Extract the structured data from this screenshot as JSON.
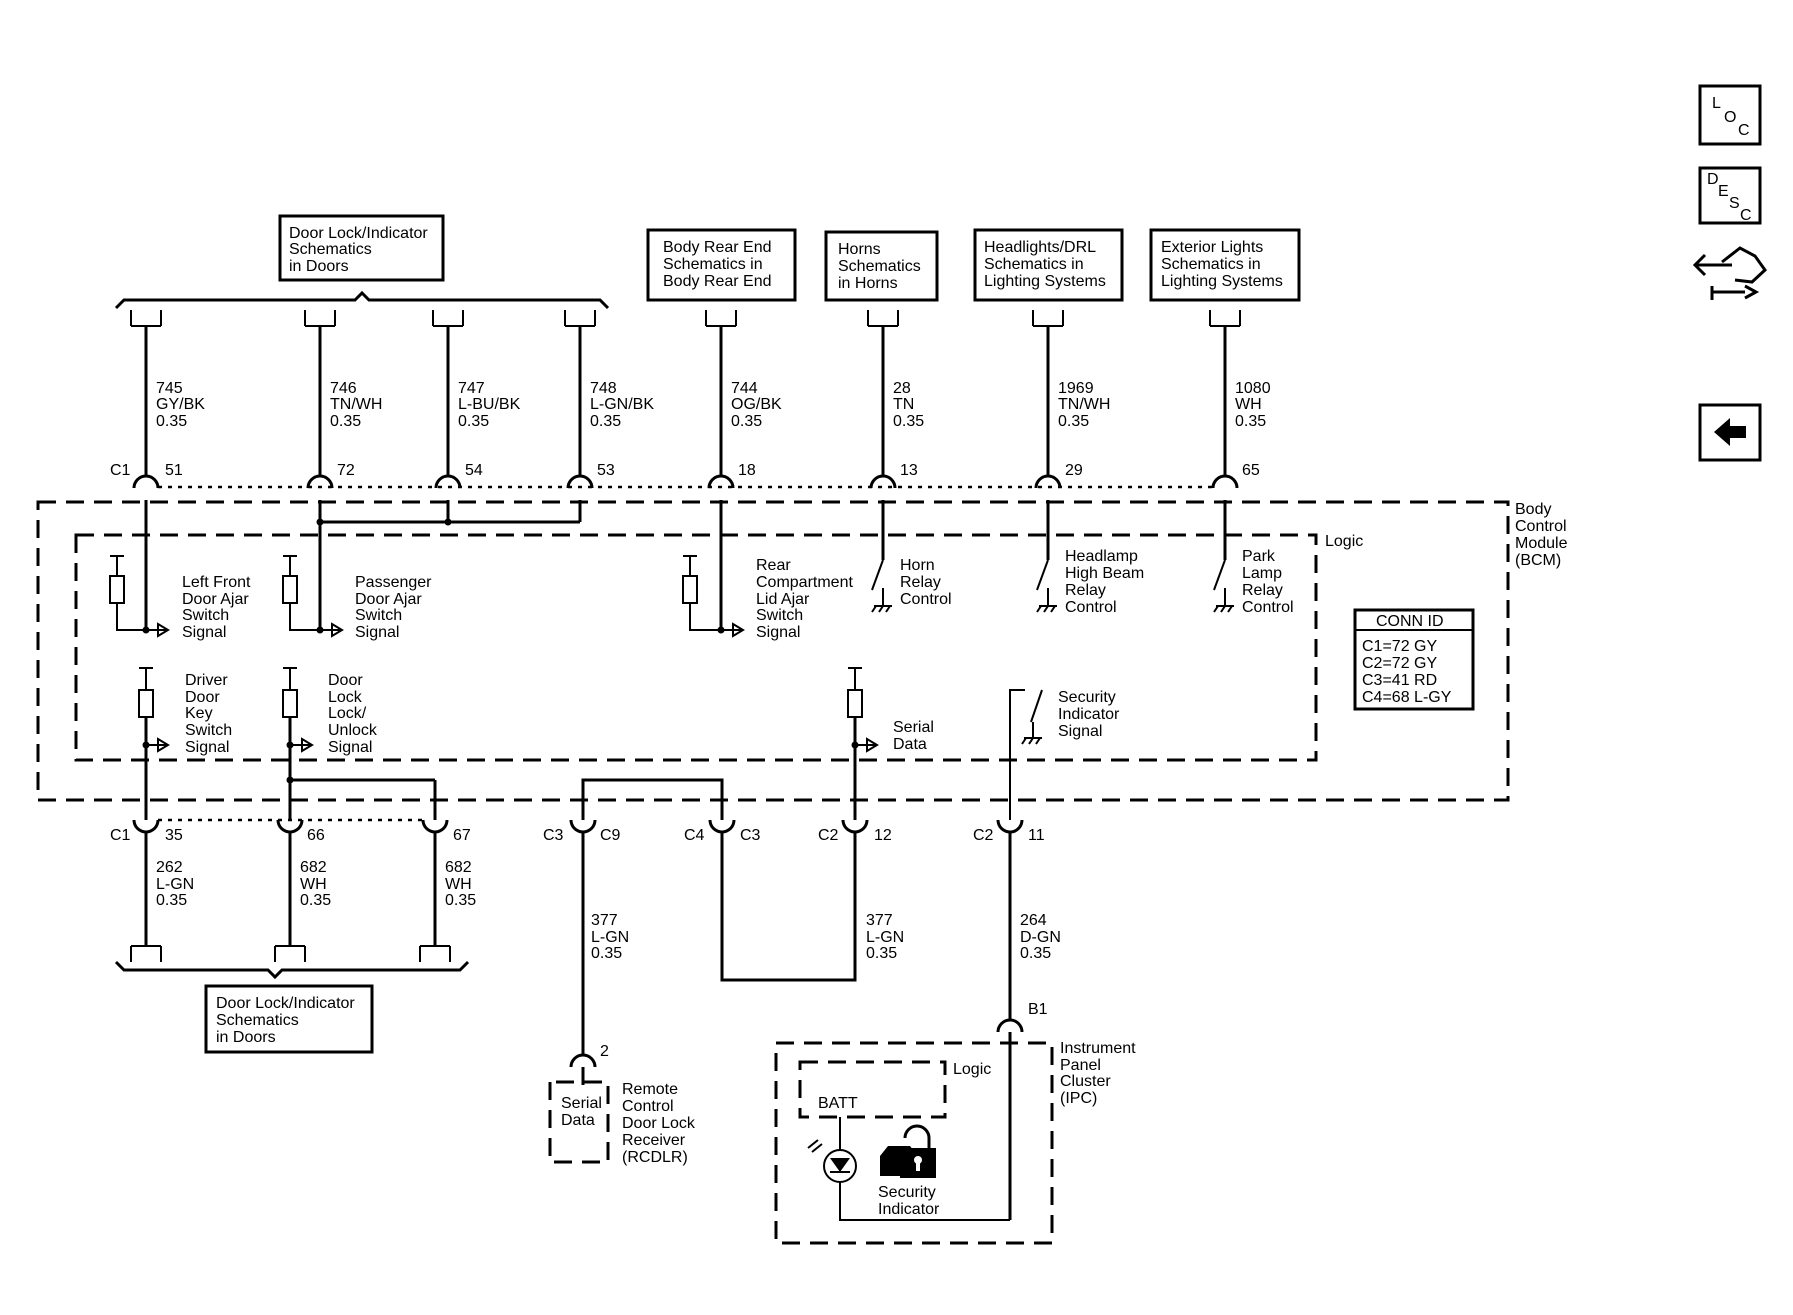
{
  "nav": {
    "loc": {
      "l": "L",
      "o": "O",
      "c": "C"
    },
    "desc": {
      "d": "D",
      "e": "E",
      "s": "S",
      "c": "C"
    }
  },
  "refs": {
    "door_lock_top": [
      "Door Lock/Indicator",
      "Schematics",
      "in Doors"
    ],
    "body_rear": [
      "Body Rear End",
      "Schematics in",
      "Body Rear End"
    ],
    "horns": [
      "Horns",
      "Schematics",
      "in Horns"
    ],
    "headlights": [
      "Headlights/DRL",
      "Schematics in",
      "Lighting Systems"
    ],
    "exterior": [
      "Exterior Lights",
      "Schematics in",
      "Lighting Systems"
    ],
    "door_lock_bottom": [
      "Door Lock/Indicator",
      "Schematics",
      "in Doors"
    ]
  },
  "top_wires": [
    {
      "circuit": "745",
      "color": "GY/BK",
      "gauge": "0.35",
      "pin": "51",
      "conn": "C1"
    },
    {
      "circuit": "746",
      "color": "TN/WH",
      "gauge": "0.35",
      "pin": "72"
    },
    {
      "circuit": "747",
      "color": "L-BU/BK",
      "gauge": "0.35",
      "pin": "54"
    },
    {
      "circuit": "748",
      "color": "L-GN/BK",
      "gauge": "0.35",
      "pin": "53"
    },
    {
      "circuit": "744",
      "color": "OG/BK",
      "gauge": "0.35",
      "pin": "18"
    },
    {
      "circuit": "28",
      "color": "TN",
      "gauge": "0.35",
      "pin": "13"
    },
    {
      "circuit": "1969",
      "color": "TN/WH",
      "gauge": "0.35",
      "pin": "29"
    },
    {
      "circuit": "1080",
      "color": "WH",
      "gauge": "0.35",
      "pin": "65"
    }
  ],
  "bcm": {
    "name": [
      "Body",
      "Control",
      "Module",
      "(BCM)"
    ],
    "logic": "Logic"
  },
  "signals": {
    "lf_door_ajar": [
      "Left Front",
      "Door Ajar",
      "Switch",
      "Signal"
    ],
    "pass_door_ajar": [
      "Passenger",
      "Door Ajar",
      "Switch",
      "Signal"
    ],
    "rear_compartment": [
      "Rear",
      "Compartment",
      "Lid Ajar",
      "Switch",
      "Signal"
    ],
    "horn_relay": [
      "Horn",
      "Relay",
      "Control"
    ],
    "headlamp_relay": [
      "Headlamp",
      "High Beam",
      "Relay",
      "Control"
    ],
    "park_lamp_relay": [
      "Park",
      "Lamp",
      "Relay",
      "Control"
    ],
    "driver_key": [
      "Driver",
      "Door",
      "Key",
      "Switch",
      "Signal"
    ],
    "door_lock_unlock": [
      "Door",
      "Lock",
      "Lock/",
      "Unlock",
      "Signal"
    ],
    "serial_data": [
      "Serial",
      "Data"
    ],
    "security_indicator": [
      "Security",
      "Indicator",
      "Signal"
    ]
  },
  "conn_id": {
    "title": "CONN ID",
    "rows": [
      "C1=72 GY",
      "C2=72 GY",
      "C3=41 RD",
      "C4=68 L-GY"
    ]
  },
  "bottom_pins": [
    {
      "conn": "C1",
      "pin": "35"
    },
    {
      "pin": "66"
    },
    {
      "pin": "67"
    },
    {
      "conn": "C3",
      "pin": "C9"
    },
    {
      "conn": "C4",
      "pin": "C3"
    },
    {
      "conn": "C2",
      "pin": "12"
    },
    {
      "conn": "C2",
      "pin": "11"
    }
  ],
  "bottom_wires": [
    {
      "circuit": "262",
      "color": "L-GN",
      "gauge": "0.35"
    },
    {
      "circuit": "682",
      "color": "WH",
      "gauge": "0.35"
    },
    {
      "circuit": "682",
      "color": "WH",
      "gauge": "0.35"
    },
    {
      "circuit": "377",
      "color": "L-GN",
      "gauge": "0.35"
    },
    {
      "circuit": "377",
      "color": "L-GN",
      "gauge": "0.35"
    },
    {
      "circuit": "264",
      "color": "D-GN",
      "gauge": "0.35"
    }
  ],
  "rcdlr": {
    "pin": "2",
    "inner": [
      "Serial",
      "Data"
    ],
    "name": [
      "Remote",
      "Control",
      "Door Lock",
      "Receiver",
      "(RCDLR)"
    ]
  },
  "ipc": {
    "pin": "B1",
    "name": [
      "Instrument",
      "Panel",
      "Cluster",
      "(IPC)"
    ],
    "logic": "Logic",
    "batt": "BATT",
    "indicator": [
      "Security",
      "Indicator"
    ]
  }
}
